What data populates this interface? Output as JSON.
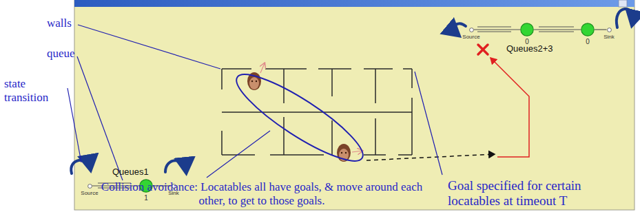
{
  "diagram": {
    "nodes": [
      {
        "text": [
          "Source"
        ]
      },
      {
        "text": [
          "1"
        ]
      },
      {
        "text": [
          "Sink"
        ]
      },
      {
        "text": [
          "Source"
        ]
      },
      {
        "text": [
          "0"
        ]
      },
      {
        "text": [
          "0"
        ]
      },
      {
        "text": [
          "Sink"
        ]
      }
    ],
    "edges": [
      {
        "from": 0,
        "to": 1,
        "arrow": "none"
      },
      {
        "from": 1,
        "to": 2,
        "arrow": "none"
      },
      {
        "from": 3,
        "to": 4,
        "arrow": "none"
      },
      {
        "from": 4,
        "to": 5,
        "arrow": "none"
      },
      {
        "from": 5,
        "to": 6,
        "arrow": "none"
      }
    ],
    "labels": [
      "walls",
      "queue",
      "state transition",
      "Queues1",
      "Queues2+3",
      "Collision avoidance: Locatables all have goals, & move around each other, to get to those goals.",
      "Goal specified for certain locatables at timeout T"
    ]
  }
}
